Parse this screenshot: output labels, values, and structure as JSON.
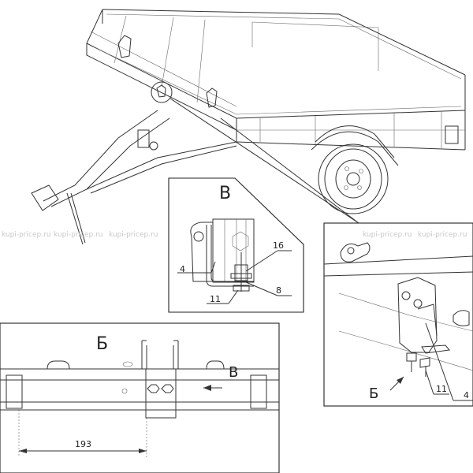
{
  "watermark": "kupi-pricep.ru",
  "views": {
    "detail_v": {
      "letter": "В",
      "labels": {
        "p4": "4",
        "p16": "16",
        "p8": "8",
        "p11": "11"
      }
    },
    "detail_b": {
      "letter": "Б",
      "arrow_letter": "В",
      "dimension": "193"
    },
    "detail_r": {
      "arrow_letter": "Б",
      "labels": {
        "p11": "11",
        "p4": "4"
      }
    }
  }
}
